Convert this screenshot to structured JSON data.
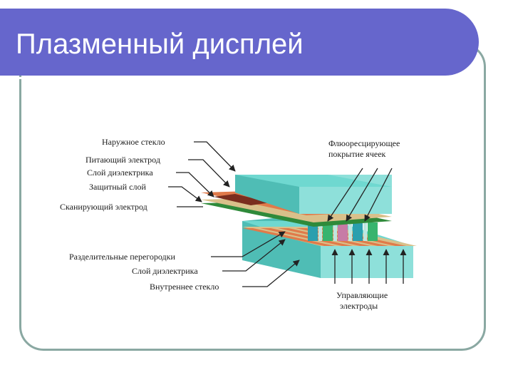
{
  "slide": {
    "title": "Плазменный дисплей",
    "colors": {
      "title_bar": "#6666cc",
      "frame_border": "#8aa8a2",
      "glass": "#6fd8d0",
      "electrode": "#e07a4a",
      "dielectric": "#d9c08a",
      "protective": "#2f8a3a"
    }
  },
  "diagram": {
    "labels": {
      "outer_glass": "Наружное стекло",
      "supply_electrode": "Питающий электрод",
      "dielectric_layer_top": "Слой диэлектрика",
      "protective_layer": "Защитный слой",
      "scanning_electrode": "Сканирующий электрод",
      "phosphor_line1": "Флюоресцирующее",
      "phosphor_line2": "покрытие ячеек",
      "barrier_ribs": "Разделительные перегородки",
      "dielectric_layer_bottom": "Слой диэлектрика",
      "inner_glass": "Внутреннее стекло",
      "control_line1": "Управляющие",
      "control_line2": "электроды"
    }
  }
}
